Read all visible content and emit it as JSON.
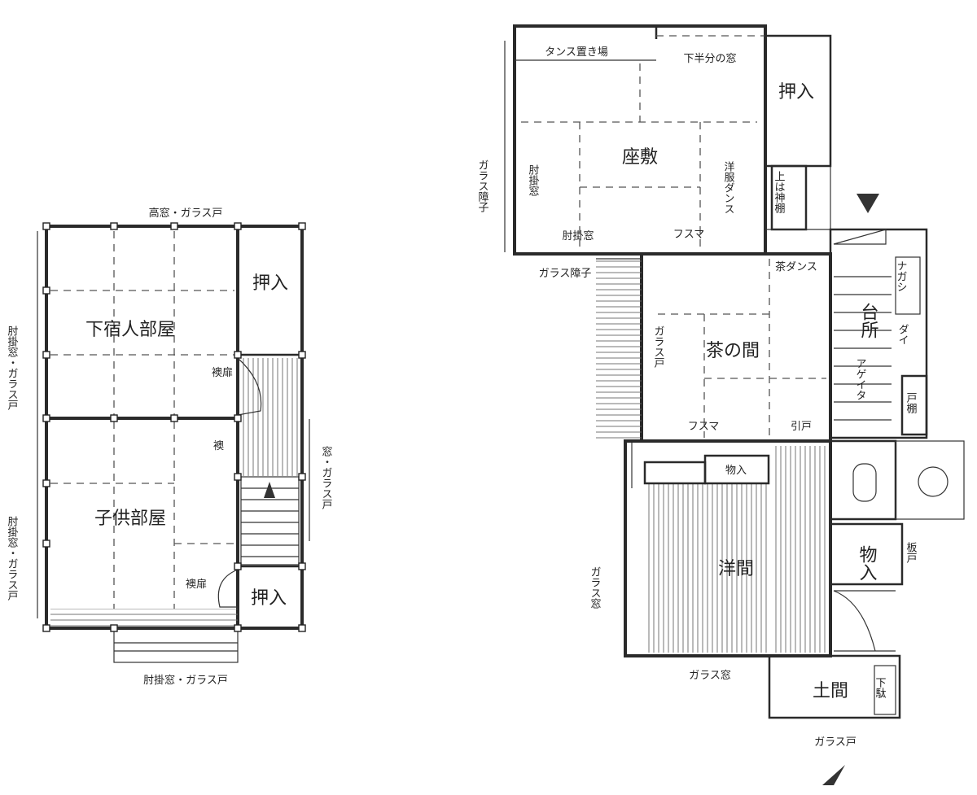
{
  "labels": {
    "takamado": "高窓・ガラス戸",
    "oshiire_l1": "押入",
    "geshuku": "下宿人部屋",
    "hijikake_left_upper": "肘掛窓・ガラス戸",
    "fusumatobira": "襖扉",
    "fusuma_small": "襖",
    "mado_garasudo": "窓・ガラス戸",
    "kodomo": "子供部屋",
    "hijikake_left_lower": "肘掛窓・ガラス戸",
    "fusumatobira_lower": "襖扉",
    "oshiire_l2": "押入",
    "hijikake_bottom": "肘掛窓・ガラス戸",
    "tansu_okiba": "タンス置き場",
    "kahanbun": "下半分の窓",
    "oshiire_r": "押入",
    "garasu_shoji_left": "ガラス障子",
    "hijikake_v": "肘掛窓",
    "zashiki": "座敷",
    "yofuku": "洋服ダンス",
    "kamidana": "上は神棚",
    "hijikake_h": "肘掛窓",
    "fusuma_top": "フスマ",
    "garasu_shoji_bottom": "ガラス障子",
    "cha_dansu": "茶ダンス",
    "nagashi": "ナガシ",
    "daidokoro": "台所",
    "dai": "ダイ",
    "ageita": "アゲイタ",
    "garasudo_v": "ガラス戸",
    "chanoma": "茶の間",
    "todana": "戸棚",
    "fusuma_mid": "フスマ",
    "hikido": "引戸",
    "mono_small": "物入",
    "monoire": "物入",
    "itado": "板戸",
    "garasumado_v": "ガラス窓",
    "yoma": "洋間",
    "garasumado_h": "ガラス窓",
    "doma": "土間",
    "geta": "下駄",
    "garasudo_bottom": "ガラス戸"
  }
}
